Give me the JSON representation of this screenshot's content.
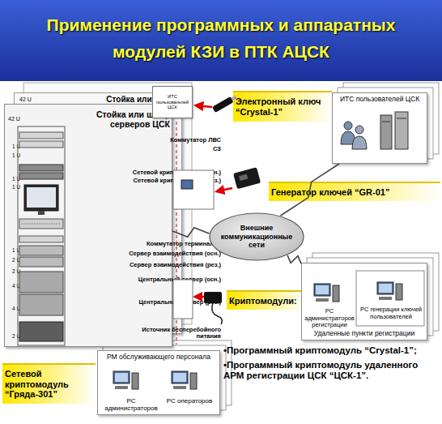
{
  "diagram": {
    "title": "Применение программных и аппаратных модулей КЗИ в ПТК АЦСК",
    "nodes": [
      {
        "text": [
          "42 U",
          "Стойка или шкаф"
        ]
      },
      {
        "text": [
          "42 U",
          "Стойка или шкаф серверов ЦСК"
        ]
      },
      {
        "text": [
          "1 U",
          "Коммутатор ЛВС"
        ],
        "in": 1
      },
      {
        "text": [
          "1 U",
          "СЗ"
        ],
        "in": 1
      },
      {
        "text": [
          "1 U",
          "Сетевой криптомодуль (осн.)"
        ],
        "in": 1
      },
      {
        "text": [
          "1 U",
          "Сетевой криптомодуль (рез.)"
        ],
        "in": 1
      },
      {
        "text": [
          "1 U",
          "Коммутатор терминалов"
        ],
        "in": 1
      },
      {
        "text": [
          "2 U",
          "Сервер взаимодействия (осн.)"
        ],
        "in": 1
      },
      {
        "text": [
          "2 U",
          "Сервер взаимодействия (рез.)"
        ],
        "in": 1
      },
      {
        "text": [
          "4 U",
          "Центральный сервер (осн.)"
        ],
        "in": 1
      },
      {
        "text": [
          "4 U",
          "Центральный сервер (рез.)"
        ],
        "in": 1
      },
      {
        "text": [
          "2 U",
          "Источник бесперебойного питания"
        ],
        "in": 1
      },
      {
        "text": [
          "ИТС пользователей ЦСК"
        ]
      },
      {
        "text": [
          "Электронный ключ “Crystal-1”"
        ]
      },
      {
        "text": [
          "ИТС пользователей ЦСК"
        ]
      },
      {
        "text": [
          "Генератор ключей “GR-01”"
        ]
      },
      {
        "text": [
          "Внешние коммуникационные сети"
        ]
      },
      {
        "text": [
          "Криптомодули:"
        ]
      },
      {
        "text": [
          "Удаленные пункти регистрации"
        ]
      },
      {
        "text": [
          "РМ обслуживающего персонала"
        ]
      },
      {
        "text": [
          "Сетевой криптомодуль “Гряда-301”"
        ]
      }
    ],
    "edges": [
      {
        "from": 1,
        "to": 16,
        "arrow": "none"
      },
      {
        "from": 16,
        "to": 14,
        "arrow": "none"
      },
      {
        "from": 16,
        "to": 18,
        "arrow": "none"
      }
    ],
    "labels": [
      "РС администраторов регистрации",
      "РС генерации ключей пользователей",
      "РС администраторов",
      "РС операторов",
      "•Программный криптомодуль “Crystal-1”;",
      "•Программный криптомодуль удаленного АРМ регистрации ЦСК “ЦСК-1”."
    ]
  }
}
